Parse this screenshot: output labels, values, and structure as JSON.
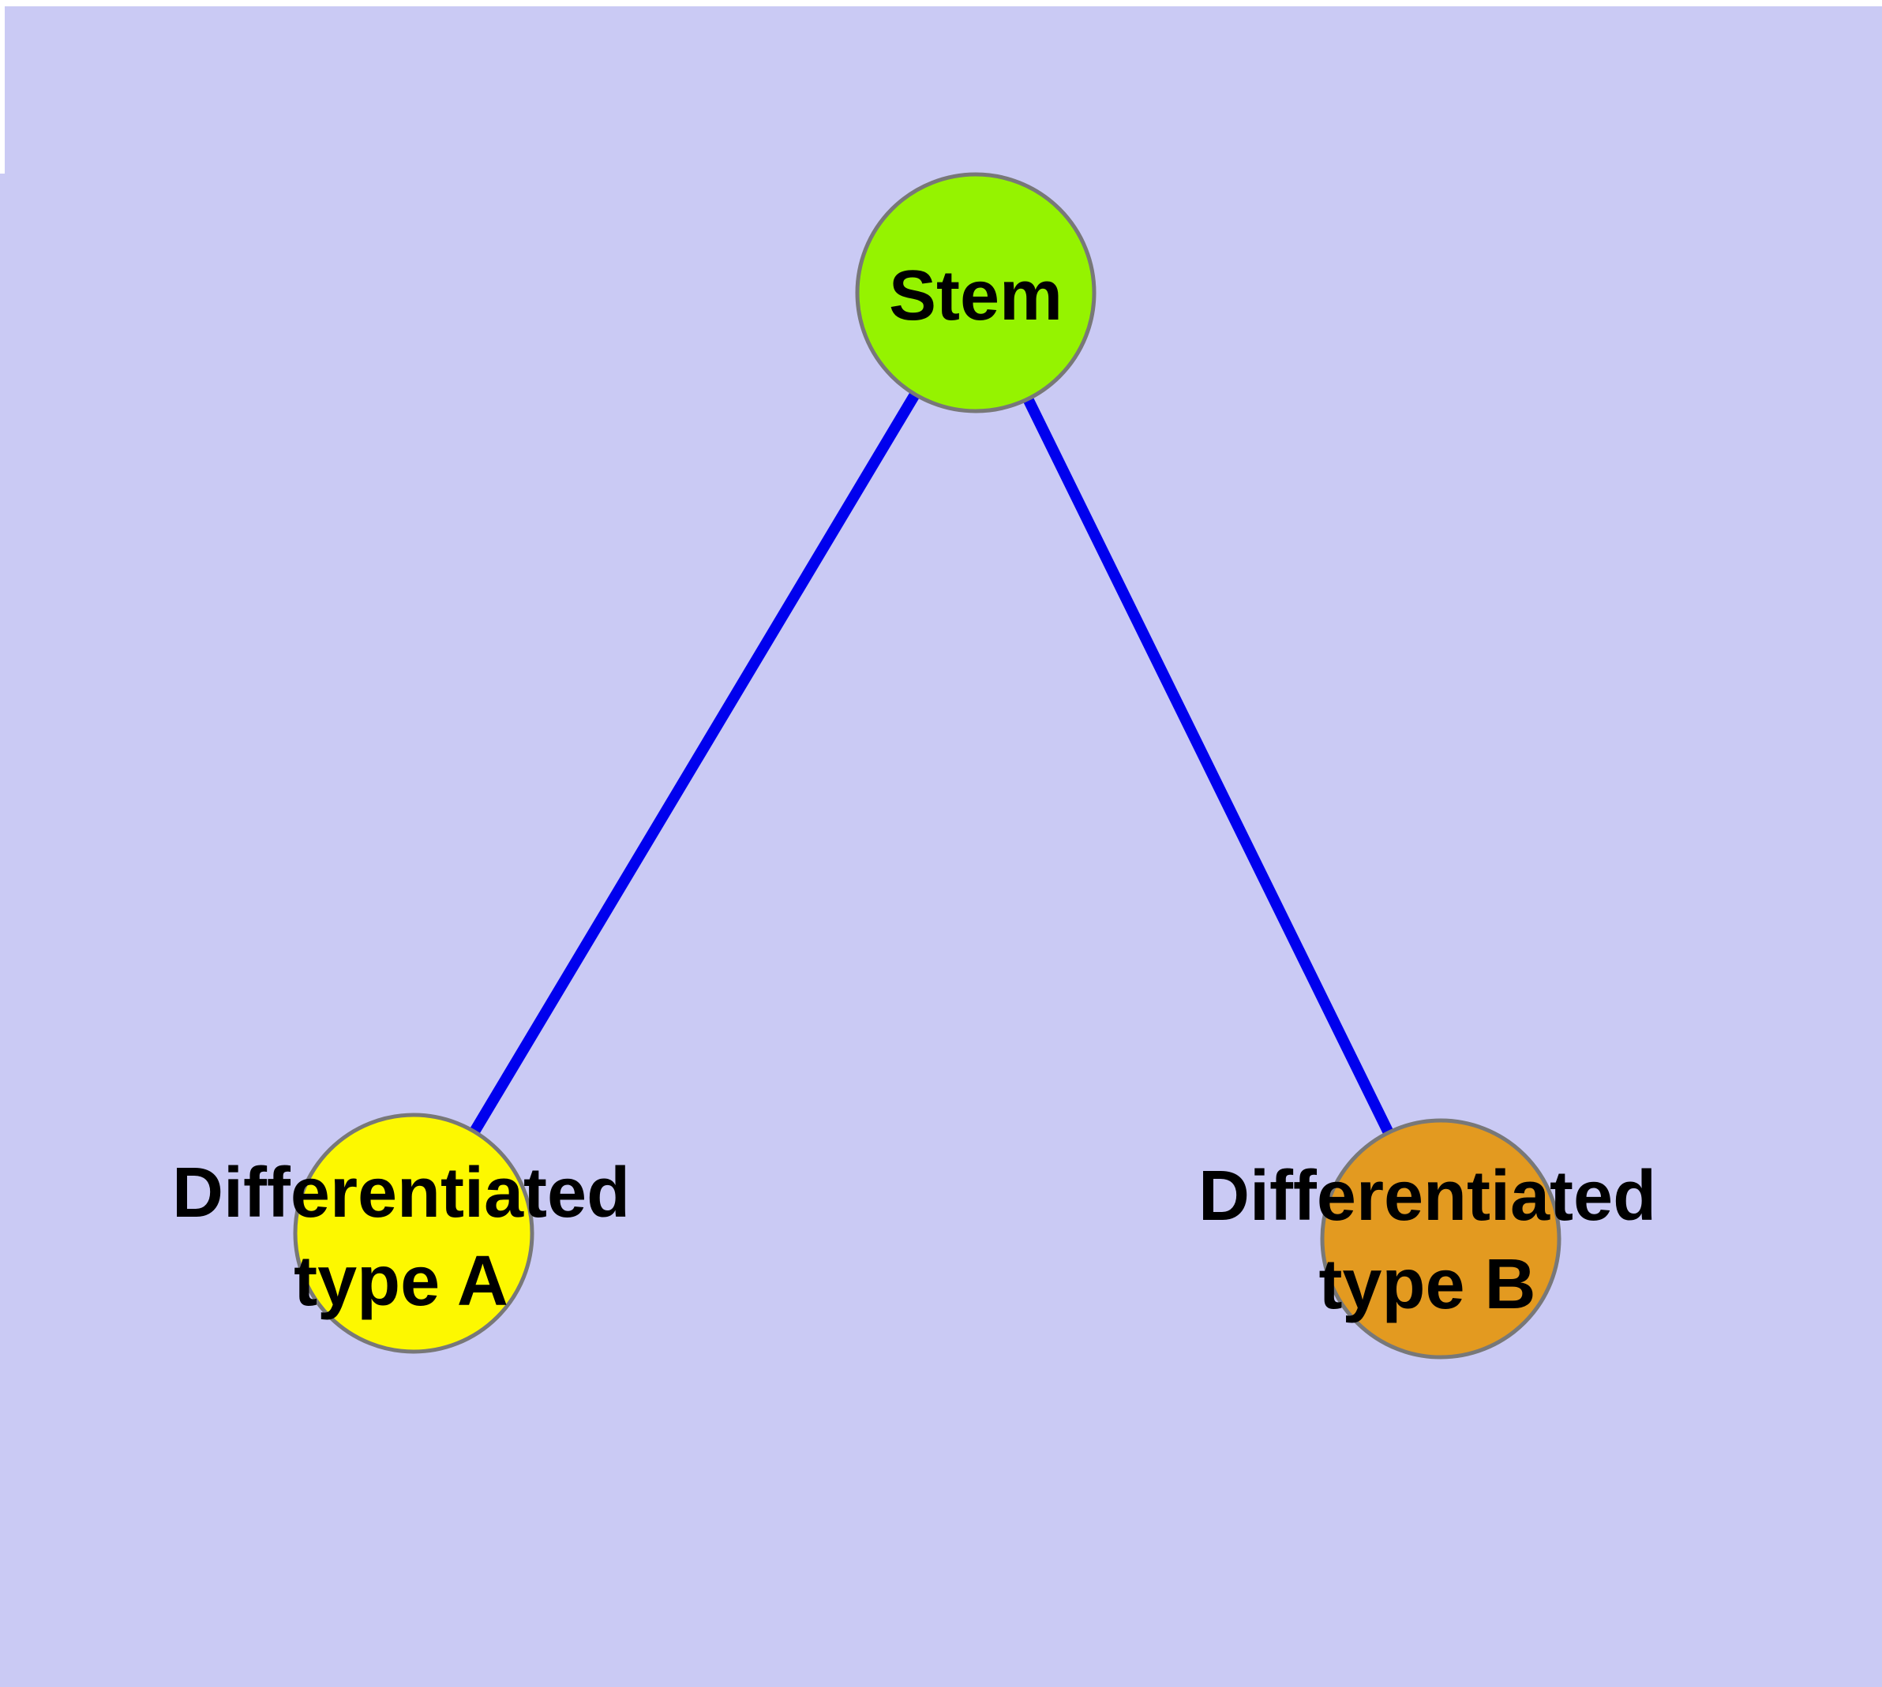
{
  "diagram": {
    "type": "node-link-graph",
    "background_color": "#cacaf4",
    "edge_color": "#0000ee",
    "node_border_color": "#787878",
    "text_color": "#000000",
    "nodes": [
      {
        "id": "stem",
        "lines": [
          "Stem"
        ],
        "fill": "#95f300"
      },
      {
        "id": "differentiated-type-a",
        "lines": [
          "Differentiated",
          "type A"
        ],
        "fill": "#fdf800"
      },
      {
        "id": "differentiated-type-b",
        "lines": [
          "Differentiated",
          "type B"
        ],
        "fill": "#e39a20"
      }
    ],
    "edges": [
      {
        "from": "Stem",
        "to": "Differentiated type A"
      },
      {
        "from": "Stem",
        "to": "Differentiated type B"
      }
    ]
  }
}
